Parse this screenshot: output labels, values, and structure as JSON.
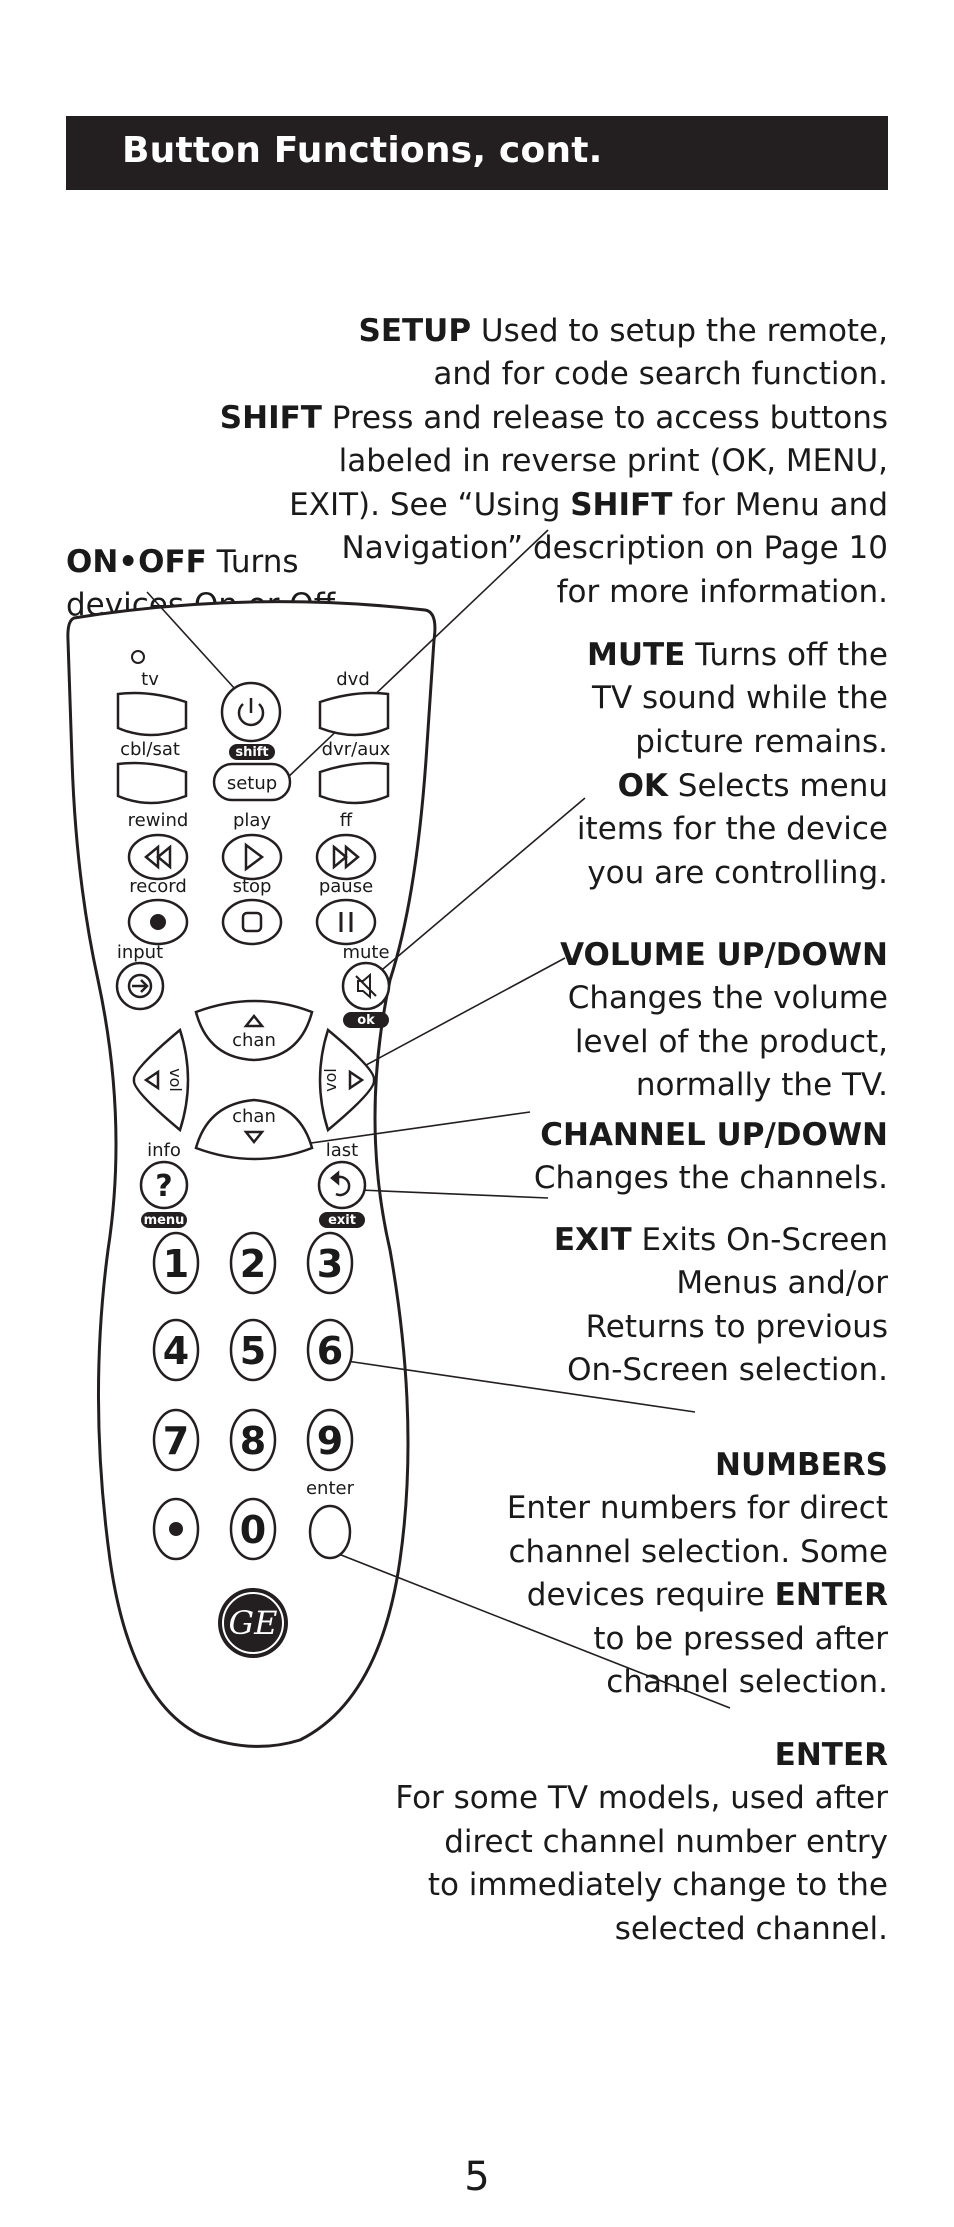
{
  "header": {
    "title": "Button Functions, cont."
  },
  "descriptions": {
    "setup": {
      "term": "SETUP",
      "text": " Used to setup the remote,\nand for code search function."
    },
    "shift": {
      "term": "SHIFT",
      "text_a": " Press and release to access buttons\nlabeled in reverse print (OK, MENU,\nEXIT). See “Using ",
      "term2": "SHIFT",
      "text_b": " for Menu and\nNavigation” description on Page 10\nfor more information."
    },
    "onoff": {
      "term": "ON•OFF",
      "text": " Turns\ndevices On or Off."
    },
    "mute": {
      "term": "MUTE",
      "text": " Turns off the\nTV sound while the\npicture remains."
    },
    "ok": {
      "term": "OK",
      "text": " Selects menu\nitems for the device\nyou are controlling."
    },
    "volume": {
      "term": "VOLUME UP/DOWN",
      "text": "\nChanges the volume\nlevel of the product,\nnormally the TV."
    },
    "channel": {
      "term": "CHANNEL UP/DOWN",
      "text": "\nChanges the channels."
    },
    "exit": {
      "term": "EXIT",
      "text": " Exits On-Screen\nMenus and/or\nReturns to previous\nOn-Screen selection."
    },
    "numbers": {
      "term": "NUMBERS",
      "text_a": "\nEnter numbers for direct\nchannel selection. Some\ndevices require ",
      "term2": "ENTER",
      "text_b": "\nto be pressed after\nchannel selection."
    },
    "enter": {
      "term": "ENTER",
      "text": "\nFor some TV models, used after\ndirect channel number entry\nto immediately change to the\nselected channel."
    }
  },
  "remote": {
    "labels": {
      "tv": "tv",
      "dvd": "dvd",
      "cbl_sat": "cbl/sat",
      "dvr_aux": "dvr/aux",
      "shift": "shift",
      "setup": "setup",
      "rewind": "rewind",
      "play": "play",
      "ff": "ff",
      "record": "record",
      "stop": "stop",
      "pause": "pause",
      "input": "input",
      "mute": "mute",
      "ok": "ok",
      "chan": "chan",
      "vol": "vol",
      "info": "info",
      "menu": "menu",
      "last": "last",
      "exit": "exit",
      "enter": "enter",
      "logo": "GE"
    },
    "numbers": [
      "1",
      "2",
      "3",
      "4",
      "5",
      "6",
      "7",
      "8",
      "9",
      "0"
    ]
  },
  "page_number": "5"
}
